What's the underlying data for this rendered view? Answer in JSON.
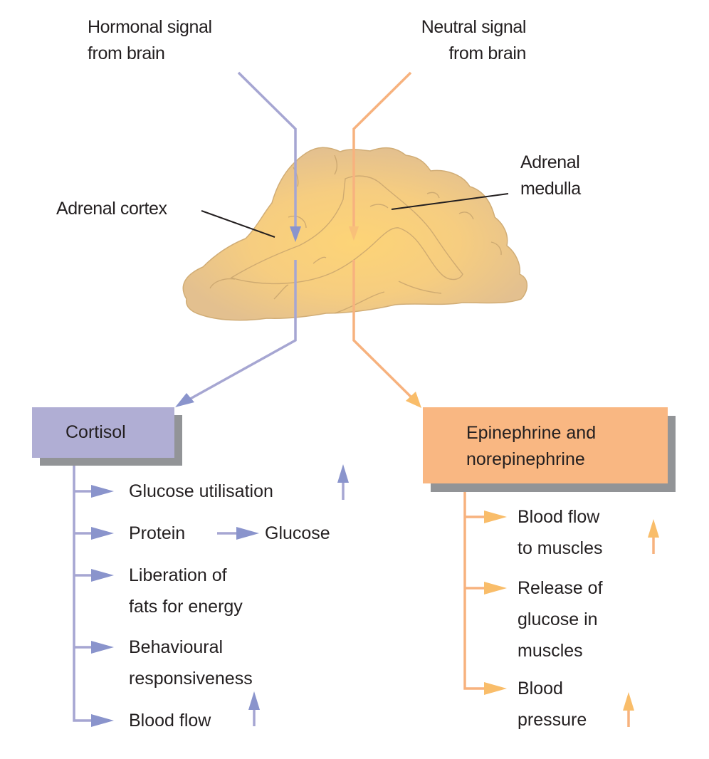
{
  "colors": {
    "hormonal": "#a6a6d2",
    "hormonal_arrowhead": "#8a94cc",
    "neural": "#f7b27e",
    "neural_arrowhead": "#f9bd6a",
    "cortisol_box": "#b0aed4",
    "epinephrine_box": "#f9b782",
    "box_shadow": "#929497",
    "gland_outer": "#e6c48e",
    "gland_inner": "#fbd27a",
    "gland_outline": "#c9a56e",
    "text": "#231f20"
  },
  "labels": {
    "hormonal_signal": [
      "Hormonal signal",
      "from brain"
    ],
    "neutral_signal": [
      "Neutral signal",
      "from brain"
    ],
    "adrenal_cortex": "Adrenal cortex",
    "adrenal_medulla": [
      "Adrenal",
      "medulla"
    ]
  },
  "cortisol": {
    "title": "Cortisol",
    "effects": [
      {
        "text": "Glucose utilisation",
        "increase": true
      },
      {
        "text": "Protein",
        "arrow_to": "Glucose",
        "increase": false
      },
      {
        "text": "Liberation of\nfats for energy",
        "increase": false
      },
      {
        "text": "Behavioural\nresponsiveness",
        "increase": false
      },
      {
        "text": "Blood flow",
        "increase": true
      }
    ]
  },
  "epinephrine": {
    "title": [
      "Epinephrine and",
      "norepinephrine"
    ],
    "effects": [
      {
        "text": "Blood flow\nto muscles",
        "increase": true
      },
      {
        "text": "Release of\nglucose in\nmuscles",
        "increase": false
      },
      {
        "text": "Blood\npressure",
        "increase": true
      }
    ]
  }
}
